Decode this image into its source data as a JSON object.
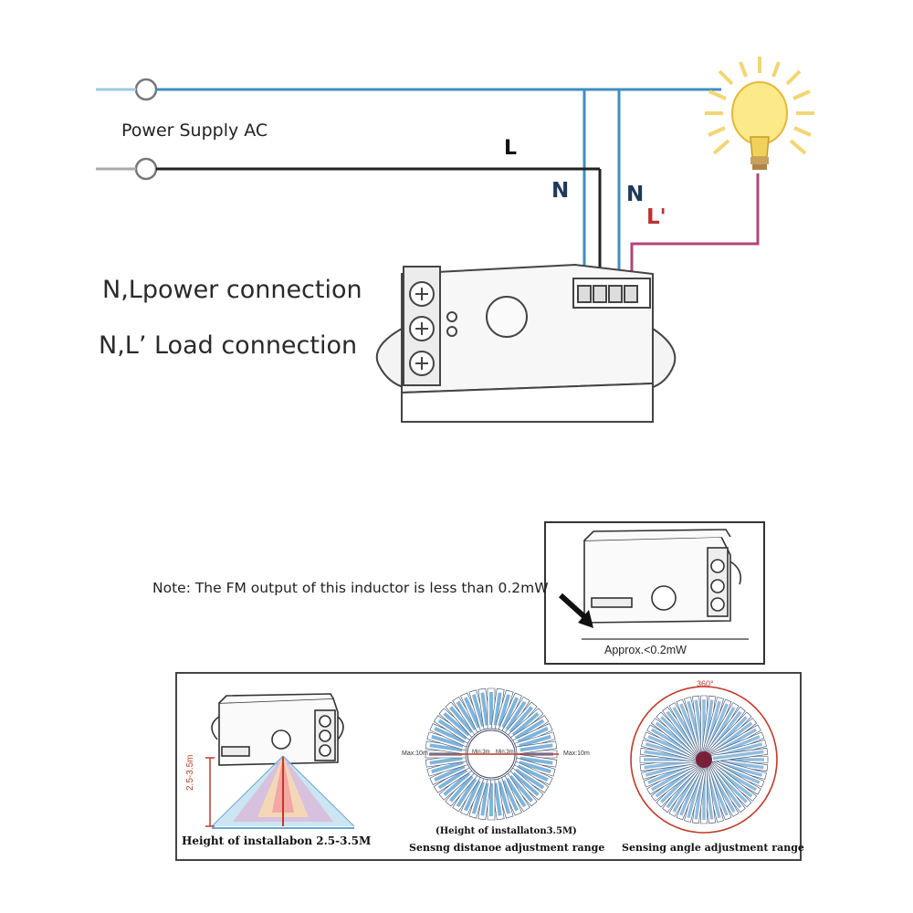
{
  "wiring": {
    "power_supply_label": "Power Supply AC",
    "wire_L": "L",
    "wire_N1": "N",
    "wire_N2": "N",
    "wire_L_prime": "L'",
    "power_connection_text": "N,Lpower connection",
    "load_connection_text": "N,L’ Load connection",
    "colors": {
      "neutral": "#3d8fc0",
      "line": "#222222",
      "load": "#b0457a"
    }
  },
  "note": {
    "text": "Note: The FM output of this inductor is less than 0.2mW",
    "inset_label": "Approx.<0.2mW"
  },
  "panels": {
    "height": {
      "caption": "Height of installabon 2.5-3.5M",
      "axis_label": "2.5-3.5m"
    },
    "distance": {
      "caption_top": "(Height of installaton3.5M)",
      "caption": "Sensng distanoe adjustment range",
      "max_left": "Max:10m",
      "max_right": "Max:10m",
      "min_left": "Min:3m",
      "min_right": "Min:3m"
    },
    "angle": {
      "caption": "Sensing angle adjustment range",
      "degrees": "360°"
    }
  }
}
